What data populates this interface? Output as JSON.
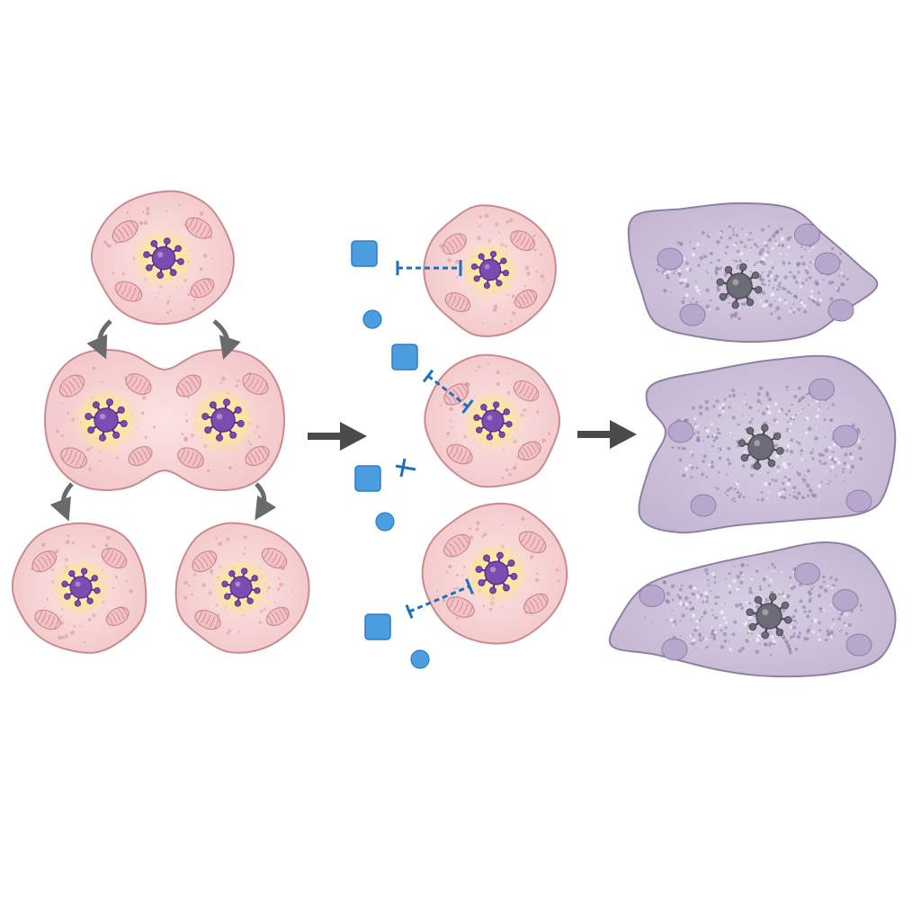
{
  "diagram": {
    "stages": [
      {
        "id": "proliferation",
        "cells": 4,
        "cell_type": "dividing-cell"
      },
      {
        "id": "inhibition",
        "cells": 3,
        "cell_type": "target-cell",
        "inhibitor_squares": 4,
        "inhibitor_circles": 3
      },
      {
        "id": "degeneration",
        "cells": 3,
        "cell_type": "degenerated-cell"
      }
    ],
    "colors": {
      "background": "#ffffff",
      "cell_fill": "#f7d6d8",
      "cell_stroke": "#c98a90",
      "nucleus_glow": "#fde59a",
      "receptor": "#7d4cb0",
      "receptor_dark": "#5b3489",
      "inhibitor": "#4a9ee0",
      "inhibitor_stroke": "#2f7cc4",
      "dead_cell_fill": "#cbbfd8",
      "dead_cell_stroke": "#8f7fa6",
      "dead_receptor": "#6c6c76",
      "arrow": "#4a4a4a",
      "small_arrow": "#6a6a6a"
    },
    "icons": [
      "receptor-icon",
      "inhibitor-square-icon",
      "inhibitor-circle-icon",
      "inhibition-line-icon",
      "arrow-right-icon",
      "curved-arrow-icon"
    ]
  }
}
